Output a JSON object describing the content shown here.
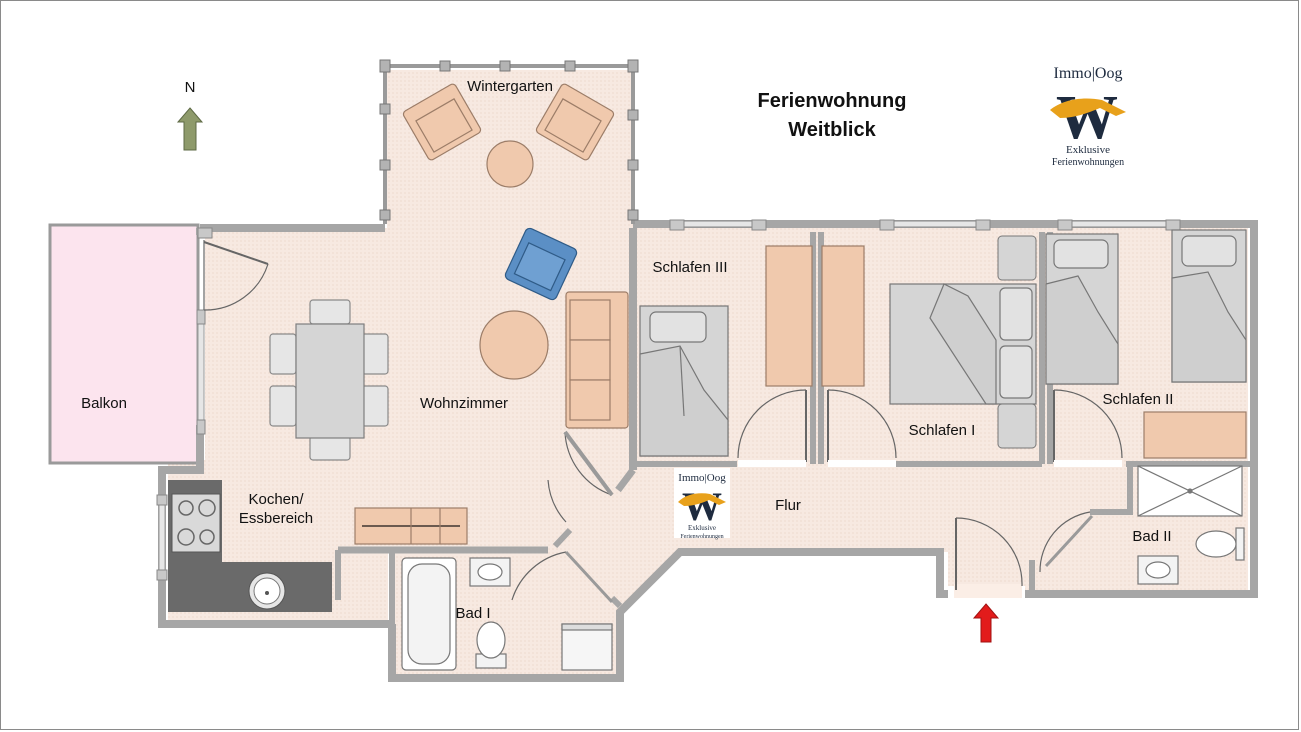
{
  "title": {
    "line1": "Ferienwohnung",
    "line2": "Weitblick"
  },
  "compass": {
    "label": "N"
  },
  "rooms": {
    "wintergarten": "Wintergarten",
    "balkon": "Balkon",
    "wohnzimmer": "Wohnzimmer",
    "kochen_line1": "Kochen/",
    "kochen_line2": "Essbereich",
    "schlafen3": "Schlafen III",
    "schlafen1": "Schlafen I",
    "schlafen2": "Schlafen II",
    "flur": "Flur",
    "bad1": "Bad I",
    "bad2": "Bad II"
  },
  "logo": {
    "brand": "Immo|Oog",
    "letter": "W",
    "sub1": "Exklusive",
    "sub2": "Ferienwohnungen"
  },
  "colors": {
    "wall": "#b5b5b5",
    "floor": "#f6e8e0",
    "balcony": "#fce4ee",
    "furniture_orange": "#f0c9ad",
    "furniture_gray": "#d5d5d5",
    "chair_blue": "#5b8fc5",
    "entry_arrow": "#e21b1b",
    "compass_arrow": "#8e9a6b",
    "logo_navy": "#1e2b3f",
    "logo_gold": "#e8a11b"
  }
}
